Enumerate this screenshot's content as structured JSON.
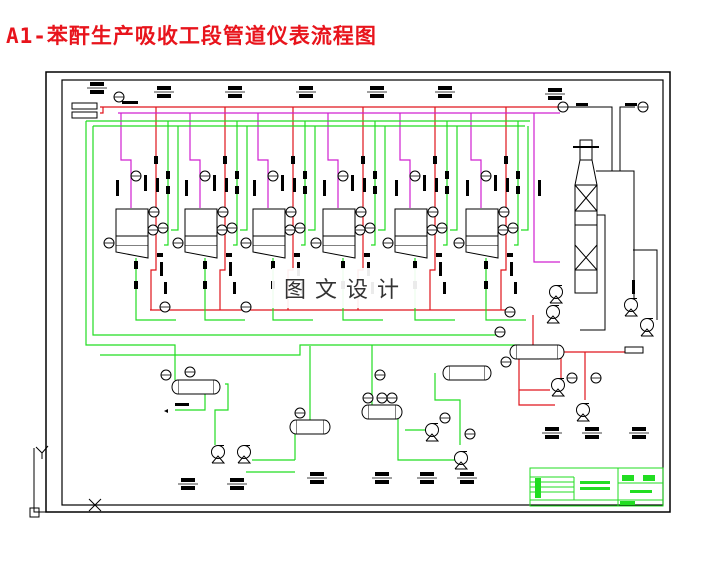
{
  "title": "A1-苯酐生产吸收工段管道仪表流程图",
  "watermark": "图文设计",
  "colors": {
    "title": "#e8141c",
    "frame": "#000000",
    "process_line_red": "#e0141c",
    "utility_line_magenta": "#d020d0",
    "water_line_green": "#22dd22",
    "equipment": "#000000",
    "title_block": "#22dd22"
  },
  "drawing": {
    "type": "P&ID",
    "absorber_units": 6,
    "equipment": {
      "absorbers": [
        "absorber-1",
        "absorber-2",
        "absorber-3",
        "absorber-4",
        "absorber-5",
        "absorber-6"
      ],
      "tower": "packed-absorption-tower",
      "horizontal_vessels": [
        "receiver-tank-1",
        "receiver-tank-2",
        "receiver-tank-3",
        "receiver-tank-4",
        "receiver-tank-5"
      ],
      "pumps": [
        "pump-1",
        "pump-2",
        "pump-3",
        "pump-4",
        "pump-5",
        "pump-6",
        "pump-7",
        "pump-8",
        "pump-9",
        "pump-10"
      ]
    }
  },
  "title_block": {
    "label": "title-block"
  },
  "coordinate_icon": "ucs-icon"
}
